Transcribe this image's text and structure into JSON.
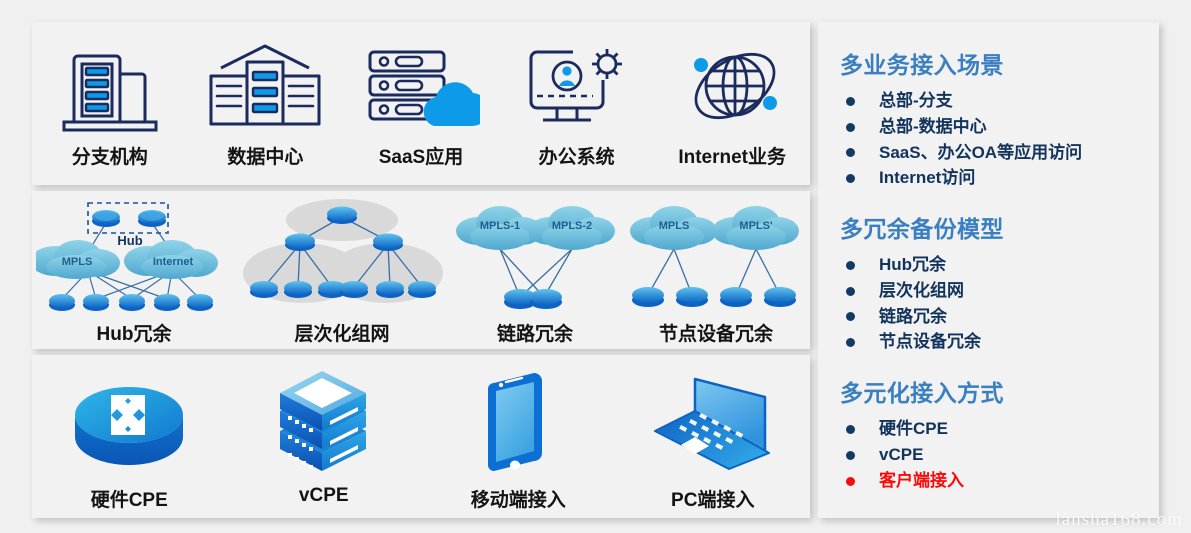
{
  "watermark": "lansha168.com",
  "colors": {
    "page_bg": "#f0f0f0",
    "panel_bg": "#f2f2f2",
    "dark_navy": "#1b2b5e",
    "bright_blue": "#0d9ae8",
    "side_title_blue": "#3a7fc1",
    "side_text_navy": "#12345c",
    "accent_red": "#fa0a0a",
    "cloud_blue": "#74c2dd",
    "router_blue": "#1f8fd6",
    "link_line": "#3a6ea5",
    "ellipse_gray": "#d9d9d9"
  },
  "scenarios_row": {
    "items": [
      {
        "label": "分支机构",
        "icon": "office-building-icon"
      },
      {
        "label": "数据中心",
        "icon": "data-center-icon"
      },
      {
        "label": "SaaS应用",
        "icon": "saas-cloud-server-icon"
      },
      {
        "label": "办公系统",
        "icon": "office-system-monitor-icon"
      },
      {
        "label": "Internet业务",
        "icon": "internet-globe-icon"
      }
    ]
  },
  "redundancy_row": {
    "items": [
      {
        "label": "Hub冗余",
        "diagram": "hub-redundancy-diagram",
        "nodes": {
          "hub_label": "Hub",
          "clouds": [
            "MPLS",
            "Internet"
          ],
          "hub_routers": 2,
          "branch_routers": 5
        }
      },
      {
        "label": "层次化组网",
        "diagram": "hierarchical-network-diagram",
        "nodes": {
          "tiers": [
            1,
            2,
            6
          ],
          "ellipses": 3
        }
      },
      {
        "label": "链路冗余",
        "diagram": "link-redundancy-diagram",
        "nodes": {
          "clouds": [
            "MPLS-1",
            "MPLS-2"
          ],
          "routers": 2
        }
      },
      {
        "label": "节点设备冗余",
        "diagram": "node-redundancy-diagram",
        "nodes": {
          "clouds": [
            "MPLS",
            "MPLS'"
          ],
          "routers": 4
        }
      }
    ]
  },
  "access_row": {
    "items": [
      {
        "label": "硬件CPE",
        "icon": "hardware-cpe-router-icon"
      },
      {
        "label": "vCPE",
        "icon": "vcpe-server-stack-icon"
      },
      {
        "label": "移动端接入",
        "icon": "mobile-phone-icon"
      },
      {
        "label": "PC端接入",
        "icon": "laptop-icon"
      }
    ]
  },
  "sidebar": {
    "sections": [
      {
        "title": "多业务接入场景",
        "items": [
          {
            "text": "总部-分支",
            "accent": false
          },
          {
            "text": "总部-数据中心",
            "accent": false
          },
          {
            "text": "SaaS、办公OA等应用访问",
            "accent": false
          },
          {
            "text": "Internet访问",
            "accent": false
          }
        ]
      },
      {
        "title": "多冗余备份模型",
        "items": [
          {
            "text": "Hub冗余",
            "accent": false
          },
          {
            "text": "层次化组网",
            "accent": false
          },
          {
            "text": "链路冗余",
            "accent": false
          },
          {
            "text": "节点设备冗余",
            "accent": false
          }
        ]
      },
      {
        "title": "多元化接入方式",
        "items": [
          {
            "text": "硬件CPE",
            "accent": false
          },
          {
            "text": "vCPE",
            "accent": false
          },
          {
            "text": "客户端接入",
            "accent": true
          }
        ]
      }
    ]
  }
}
